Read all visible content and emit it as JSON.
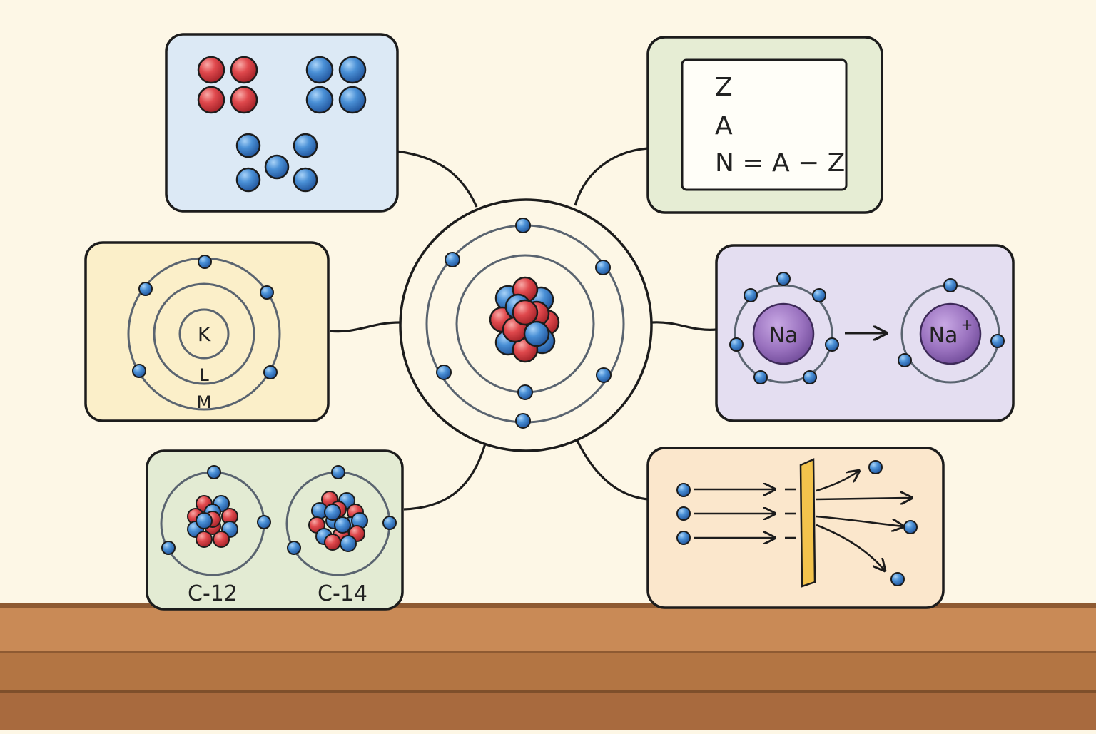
{
  "colors": {
    "wall": "#fdf7e6",
    "outline": "#1c1c1c",
    "proton": "#dd4a4f",
    "neutron": "#3f86cf",
    "electron": "#3f86cf",
    "orbit": "#5a6470",
    "panel_particles": "#dce9f5",
    "panel_formula": "#e6edd4",
    "panel_shells": "#fbefc9",
    "panel_ion": "#e4def1",
    "panel_isotopes": "#e3ebd3",
    "panel_scattering": "#fbe7cc",
    "ion_core": "#9a72bf",
    "foil": "#f3c34c",
    "shelf": "#c98a56",
    "shelf_dark": "#a86a3e"
  },
  "panels": {
    "subatomic_particles": {},
    "notation": {
      "line1": "Z",
      "line2": "A",
      "line3": "N = A − Z"
    },
    "electron_shells": {
      "shell_k": "K",
      "shell_l": "L",
      "shell_m": "M"
    },
    "ionization": {
      "atom_label": "Na",
      "ion_label": "Na",
      "ion_charge": "+"
    },
    "isotopes": {
      "left_label": "C-12",
      "right_label": "C-14"
    },
    "gold_foil_scattering": {}
  }
}
